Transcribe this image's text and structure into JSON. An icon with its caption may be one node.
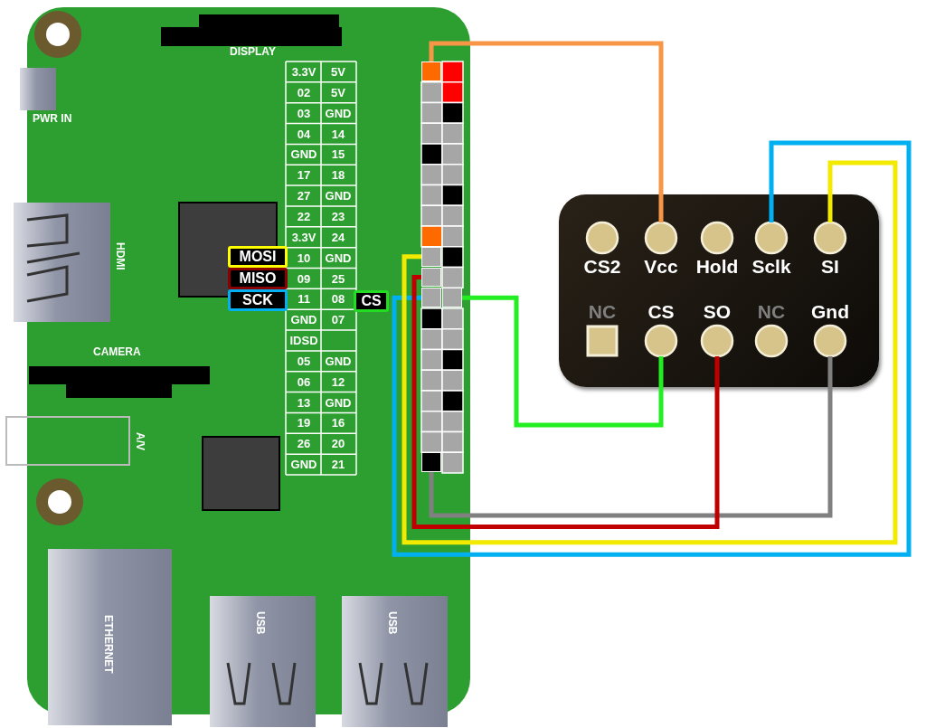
{
  "diagram": {
    "nodes": [
      {
        "text": [],
        "shape": "box"
      },
      {
        "text": [],
        "shape": "box"
      },
      {
        "text": [],
        "shape": "box"
      },
      {
        "text": [],
        "shape": "box"
      },
      {
        "text": [],
        "shape": "box"
      },
      {
        "text": [],
        "shape": "box"
      },
      {
        "text": [],
        "shape": "box"
      },
      {
        "text": [
          "CS2"
        ],
        "in": 6
      },
      {
        "text": [
          "Vcc"
        ],
        "in": 6
      },
      {
        "text": [
          "Hold"
        ],
        "in": 6
      },
      {
        "text": [
          "Sclk"
        ],
        "in": 6
      },
      {
        "text": [
          "SI"
        ],
        "in": 6
      },
      {
        "text": [
          "NC"
        ],
        "in": 6
      },
      {
        "text": [
          "CS"
        ],
        "in": 6
      },
      {
        "text": [
          "SO"
        ],
        "in": 6
      },
      {
        "text": [
          "NC"
        ],
        "in": 6
      },
      {
        "text": [
          "Gnd"
        ],
        "in": 6
      }
    ],
    "edges": [
      {
        "from": 0,
        "to": 8,
        "arrow": "none",
        "color": "#f79646"
      },
      {
        "from": 1,
        "to": 11,
        "arrow": "none",
        "color": "#f2ea00"
      },
      {
        "from": 2,
        "to": 14,
        "arrow": "none",
        "color": "#c00000"
      },
      {
        "from": 3,
        "to": 10,
        "arrow": "none",
        "color": "#00b0f0"
      },
      {
        "from": 4,
        "to": 13,
        "arrow": "none",
        "color": "#22ee22"
      },
      {
        "from": 5,
        "to": 16,
        "arrow": "none",
        "color": "#808080"
      }
    ],
    "labels": [
      "DISPLAY",
      "PWR IN",
      "3.3V",
      "5V",
      "02",
      "5V",
      "03",
      "GND",
      "04",
      "14",
      "GND",
      "15",
      "17",
      "18",
      "27",
      "GND",
      "22",
      "23",
      "3.3V",
      "24",
      "10",
      "GND",
      "09",
      "25",
      "11",
      "08",
      "GND",
      "07",
      "IDSD",
      "05",
      "GND",
      "06",
      "12",
      "13",
      "GND",
      "19",
      "16",
      "26",
      "20",
      "GND",
      "21",
      "MOSI",
      "MISO",
      "SCK",
      "CS",
      "HDMI",
      "CAMERA",
      "A/V",
      "ETHERNET",
      "USB",
      "USB"
    ]
  }
}
